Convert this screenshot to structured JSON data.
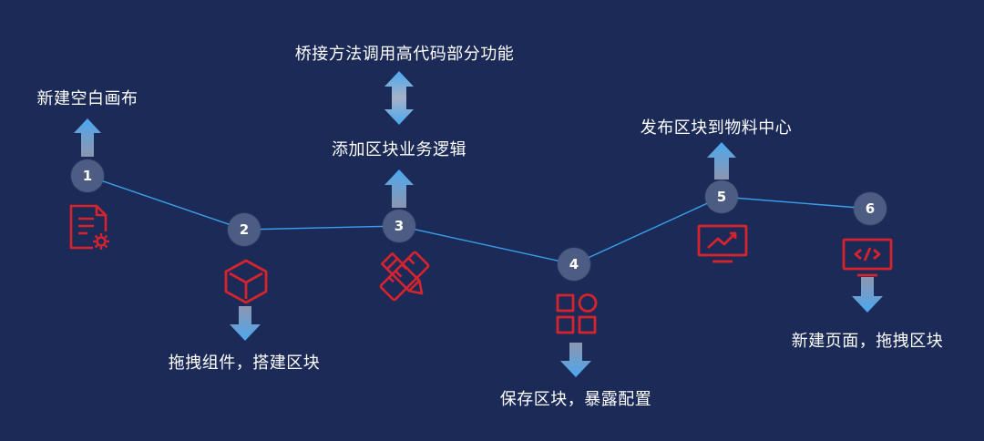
{
  "steps": [
    {
      "number": "1",
      "label": "新建空白画布"
    },
    {
      "number": "2",
      "label": "拖拽组件，搭建区块"
    },
    {
      "number": "3",
      "label": "添加区块业务逻辑",
      "secondary_label": "桥接方法调用高代码部分功能"
    },
    {
      "number": "4",
      "label": "保存区块，暴露配置"
    },
    {
      "number": "5",
      "label": "发布区块到物料中心"
    },
    {
      "number": "6",
      "label": "新建页面，拖拽区块"
    }
  ],
  "colors": {
    "background": "#1b2a56",
    "node": "#4d5c82",
    "connector": "#3aa0ea",
    "icon": "#d6232e",
    "arrow_light": "#4aa8f0",
    "arrow_dark": "#a7b2c8"
  },
  "icons": [
    "document-gear-icon",
    "cube-icon",
    "ruler-pencil-icon",
    "blocks-grid-icon",
    "monitor-chart-icon",
    "monitor-code-icon"
  ]
}
